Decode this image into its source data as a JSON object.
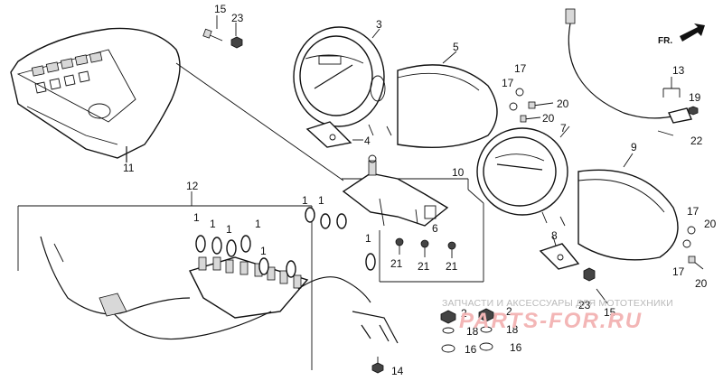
{
  "diagram": {
    "callouts": [
      "1",
      "2",
      "3",
      "4",
      "5",
      "6",
      "7",
      "8",
      "9",
      "10",
      "11",
      "12",
      "13",
      "14",
      "15",
      "16",
      "17",
      "18",
      "19",
      "20",
      "21",
      "22",
      "23"
    ],
    "direction_label": "FR.",
    "watermark_text": "ЗАПЧАСТИ И АКСЕССУАРЫ ДЛЯ МОТОТЕХНИКИ",
    "watermark_logo": "PARTS-FOR.RU"
  }
}
